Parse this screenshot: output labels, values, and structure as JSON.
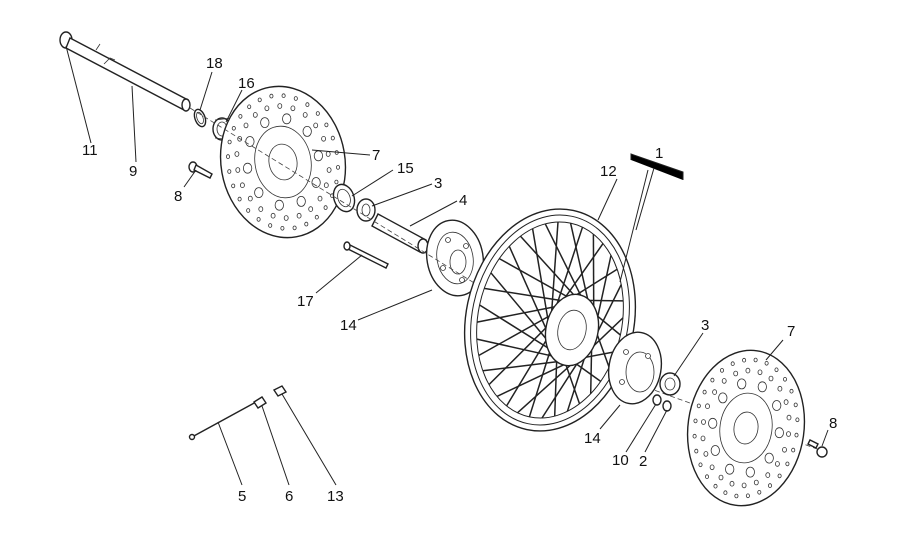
{
  "callouts": {
    "c1": "1",
    "c2": "2",
    "c3a": "3",
    "c3b": "3",
    "c4": "4",
    "c5": "5",
    "c6": "6",
    "c7a": "7",
    "c7b": "7",
    "c8a": "8",
    "c8b": "8",
    "c9": "9",
    "c10": "10",
    "c11": "11",
    "c12": "12",
    "c13": "13",
    "c14a": "14",
    "c14b": "14",
    "c15": "15",
    "c16": "16",
    "c17": "17",
    "c18": "18"
  }
}
